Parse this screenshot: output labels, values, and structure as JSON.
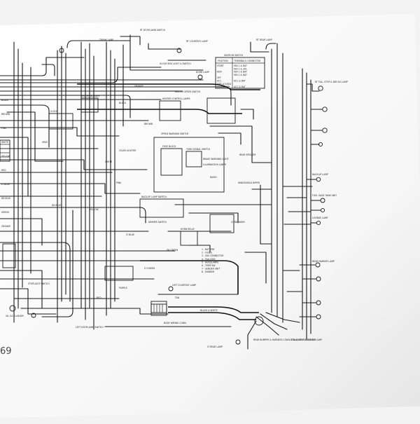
{
  "diagram": {
    "page_number_fragment": "69",
    "top_labels": [
      {
        "id": "trunk-lamp",
        "text": "TRUNK LAMP"
      },
      {
        "id": "courtesy",
        "text": "RT COURTESY LAMP"
      },
      {
        "id": "rt-door-jamb",
        "text": "RT DOOR JAMB SWITCH"
      },
      {
        "id": "glove-box",
        "text": "GLOVE BOX LIGHT & SWITCH"
      },
      {
        "id": "rt-rear-lamp",
        "text": "RT REAR LAMP"
      },
      {
        "id": "dome",
        "text": "DOME LAMP"
      },
      {
        "id": "clock",
        "text": "CLOCK"
      },
      {
        "id": "heater-control",
        "text": "HEATER CONTROL LAMPS"
      },
      {
        "id": "heater-speed",
        "text": "HEATER SPEED SWITCH"
      },
      {
        "id": "heater-blower",
        "text": "HEATER BLOWER"
      }
    ],
    "ignition_table": {
      "title": "IGNITION SWITCH",
      "header": [
        "POSITION",
        "TERMINALS CONNECTED"
      ],
      "rows": [
        [
          "START",
          "IGN 1 & BAT"
        ],
        [
          "",
          "IGN 1 & SOL"
        ],
        [
          "RUN",
          "IGN 1 & BAT"
        ],
        [
          "",
          "IGN 2 & BAT"
        ],
        [
          "OFF",
          ""
        ],
        [
          "ACC",
          "ACC & BAT"
        ],
        [
          "MTR LOCKED",
          ""
        ],
        [
          "ACCESSORY",
          "ACC & BAT"
        ]
      ]
    },
    "mid_labels": [
      {
        "id": "speed-warn",
        "text": "SPEED WARNING SWITCH"
      },
      {
        "id": "fuse-block",
        "text": "FUSE BLOCK"
      },
      {
        "id": "turn-sig",
        "text": "TURN SIGNAL SWITCH"
      },
      {
        "id": "brake-warn",
        "text": "BRAKE WARNING LIGHT"
      },
      {
        "id": "illum",
        "text": "ILLUMINATION LAMPS"
      },
      {
        "id": "radio",
        "text": "RADIO"
      },
      {
        "id": "rear-speaker",
        "text": "REAR SPEAKER"
      },
      {
        "id": "trunk-wiper",
        "text": "WINDSHIELD WIPER"
      },
      {
        "id": "cigar",
        "text": "CIGAR LIGHTER"
      },
      {
        "id": "horn-relay",
        "text": "HORN RELAY"
      },
      {
        "id": "back-up-lamp-sw",
        "text": "BACK-UP LAMP SWITCH"
      },
      {
        "id": "dimmer",
        "text": "DIMMER SWITCH"
      },
      {
        "id": "stoplight",
        "text": "STOPLIGHT SWITCH"
      },
      {
        "id": "condenser",
        "text": "CONDENSER"
      },
      {
        "id": "left-courtesy",
        "text": "LEFT COURTESY LAMP"
      },
      {
        "id": "body-wiring",
        "text": "BODY WIRING CONN."
      },
      {
        "id": "left-door-jamb",
        "text": "LEFT DOOR JAMB SWITCH"
      },
      {
        "id": "oil-flasher",
        "text": "OIL GA FLASHER"
      },
      {
        "id": "rt-tail",
        "text": "RT TAIL, STOP & DIR SIG LAMP"
      },
      {
        "id": "back-up",
        "text": "BACK-UP LAMP"
      },
      {
        "id": "fuel-gauge",
        "text": "FUEL GAGE TANK UNIT"
      },
      {
        "id": "license",
        "text": "LICENSE LAMP"
      },
      {
        "id": "lt-tail",
        "text": "LT TAIL, STOP & DIR SIG LAMP"
      },
      {
        "id": "lt-rear",
        "text": "LT REAR LAMP"
      },
      {
        "id": "rear-marker",
        "text": "REAR MARKER LAMP"
      },
      {
        "id": "connector-note",
        "text": "REAR BUMPER & HARNESS CONN. TAIL WIRES LESS BODY"
      }
    ],
    "legend": [
      "1 - BATTERY",
      "2 - FUSES",
      "3 - IGN CONNECTOR",
      "4 - TAIL DISC",
      "5 - HEADLAMPS",
      "6 - TEMP SW",
      "7 - SENDER UNIT",
      "8 - MARKER"
    ],
    "wire_colors": {
      "left_col": [
        "BLACK",
        "BROWN",
        "PINK",
        "WHITE",
        "YELLOW",
        "RED",
        "LT BLUE",
        "DK BLUE",
        "GREEN",
        "ORANGE"
      ],
      "tags": [
        "ORANGE",
        "BLACK",
        "BROWN",
        "WHITE",
        "PINK",
        "YELLOW",
        "LT BLUE",
        "DK GREEN",
        "LT GREEN",
        "PURPLE",
        "RED",
        "TAN",
        "BLACK & WHITE",
        "DK BLUE",
        "GRAY"
      ]
    }
  }
}
